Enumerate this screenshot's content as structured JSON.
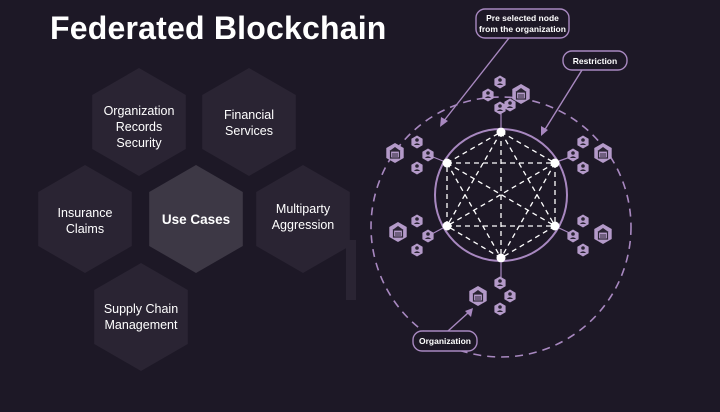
{
  "title": "Federated Blockchain",
  "colors": {
    "background": "#1d1826",
    "hexagon": "#2a2433",
    "hexagon_center": "#3d3845",
    "purple_line": "#a888c0",
    "dashed_line": "#ffffff",
    "icon_purple": "#b49ac9"
  },
  "hexagons": {
    "org_records": [
      "Organization",
      "Records",
      "Security"
    ],
    "financial": [
      "Financial",
      "Services"
    ],
    "insurance": [
      "Insurance",
      "Claims"
    ],
    "use_cases": "Use Cases",
    "multiparty": [
      "Multiparty",
      "Aggression"
    ],
    "supply_chain": [
      "Supply Chain",
      "Management"
    ]
  },
  "callouts": {
    "preselected": [
      "Pre selected node",
      "from the organization"
    ],
    "restriction": "Restriction",
    "organization": "Organization"
  },
  "icons": {
    "organization_cluster": "organization-building-icon",
    "member": "person-icon"
  }
}
